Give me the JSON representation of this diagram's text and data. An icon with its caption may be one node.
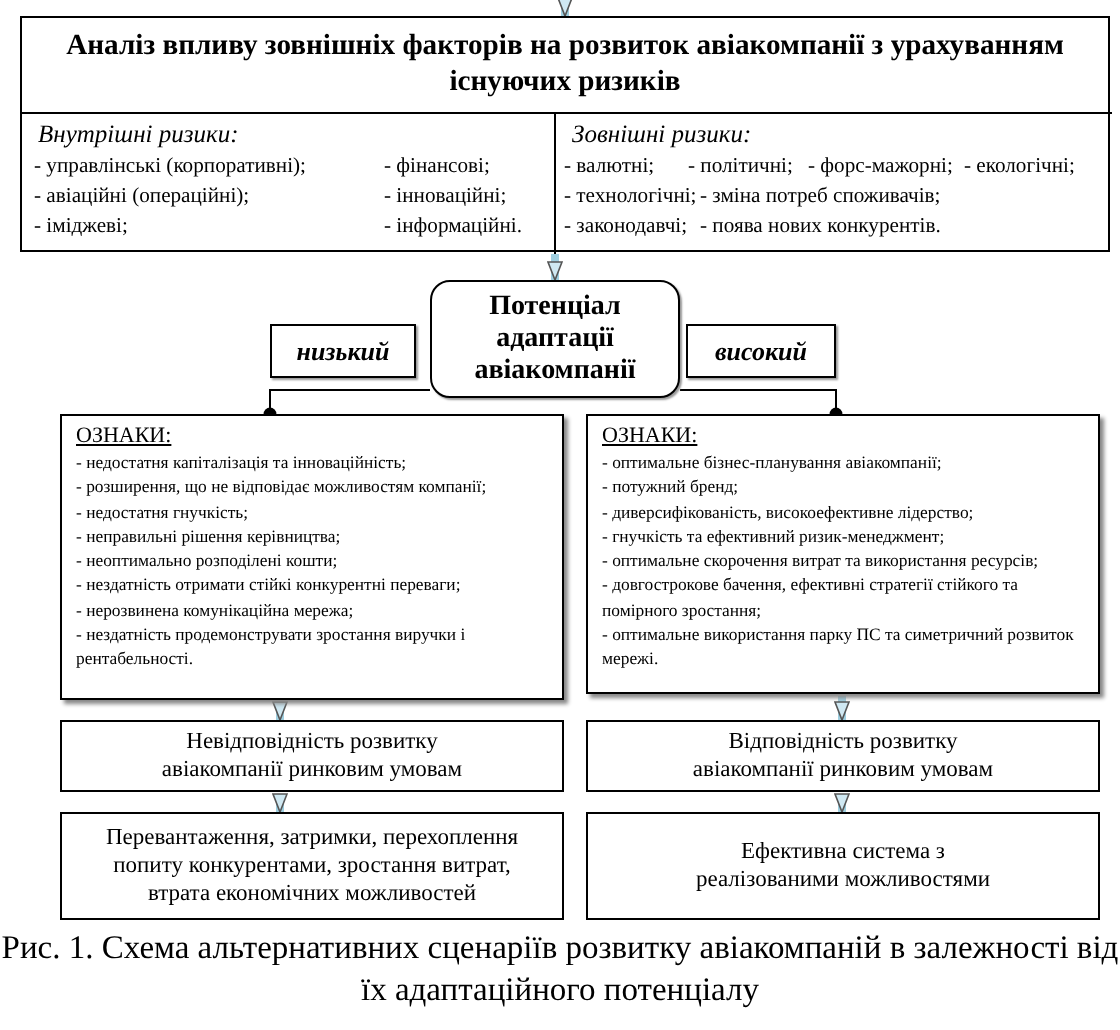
{
  "diagram": {
    "caption": "Рис. 1. Схема альтернативних сценаріїв розвитку авіакомпаній в залежності від їх адаптаційного потенціалу",
    "nodes": [
      {
        "text": [
          "Аналіз впливу зовнішніх факторів на розвиток авіакомпанії з урахуванням існуючих ризиків"
        ]
      },
      {
        "text": [
          "Внутрішні ризики:",
          "- управлінські (корпоративні);",
          "- фінансові;",
          "- авіаційні (операційні);",
          "- інноваційні;",
          "- іміджеві;",
          "- інформаційні."
        ],
        "in": 0
      },
      {
        "text": [
          "Зовнішні ризики:",
          "- валютні;",
          "- політичні;",
          "- форс-мажорні;",
          "- екологічні;",
          "- технологічні;",
          "- зміна потреб споживачів;",
          "- законодавчі;",
          "- поява нових конкурентів."
        ],
        "in": 0
      },
      {
        "text": [
          "низький"
        ]
      },
      {
        "text": [
          "Потенціал адаптації авіакомпанії"
        ]
      },
      {
        "text": [
          "високий"
        ]
      },
      {
        "text": [
          "ОЗНАКИ:",
          "- недостатня капіталізація та інноваційність;",
          "- розширення, що не відповідає можливостям компанії;",
          "- недостатня гнучкість;",
          "- неправильні рішення керівництва;",
          "- неоптимально розподілені кошти;",
          "- нездатність отримати стійкі конкурентні переваги;",
          "- нерозвинена комунікаційна мережа;",
          "- нездатність продемонструвати зростання виручки і рентабельності."
        ]
      },
      {
        "text": [
          "ОЗНАКИ:",
          "- оптимальне бізнес-планування авіакомпанії;",
          "- потужний бренд;",
          "- диверсифікованість, високоефективне лідерство;",
          "- гнучкість та ефективний ризик-менеджмент;",
          "- оптимальне скорочення витрат та використання ресурсів;",
          "- довгострокове бачення, ефективні стратегії стійкого та помірного зростання;",
          "- оптимальне використання парку ПС та симетричний розвиток мережі."
        ]
      },
      {
        "text": [
          "Невідповідність розвитку авіакомпанії ринковим умовам"
        ]
      },
      {
        "text": [
          "Відповідність розвитку авіакомпанії ринковим умовам"
        ]
      },
      {
        "text": [
          "Перевантаження, затримки, перехоплення попиту конкурентами, зростання витрат, втрата економічних можливостей"
        ]
      },
      {
        "text": [
          "Ефективна система з реалізованими можливостями"
        ]
      }
    ],
    "edges": [
      {
        "from": null,
        "to": 0,
        "arrow": "to"
      },
      {
        "from": 0,
        "to": 4,
        "arrow": "to"
      },
      {
        "from": 4,
        "to": 6,
        "arrow": "other",
        "color": "#000000"
      },
      {
        "from": 4,
        "to": 7,
        "arrow": "other",
        "color": "#000000"
      },
      {
        "from": 6,
        "to": 8,
        "arrow": "to"
      },
      {
        "from": 7,
        "to": 9,
        "arrow": "to"
      },
      {
        "from": 8,
        "to": 10,
        "arrow": "to"
      },
      {
        "from": 9,
        "to": 11,
        "arrow": "to"
      }
    ]
  }
}
